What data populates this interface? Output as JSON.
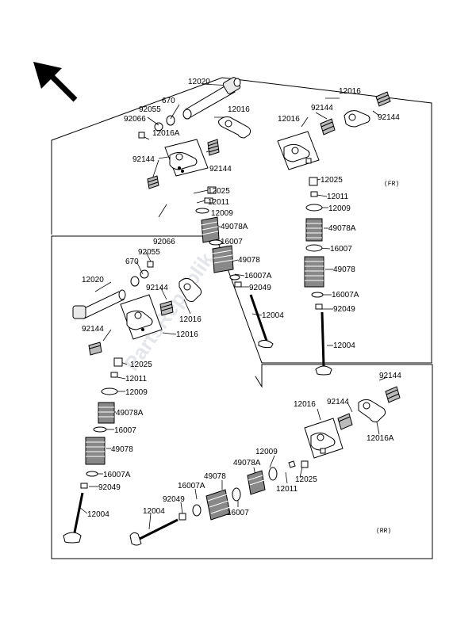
{
  "diagram": {
    "watermark": "PartsRepublik",
    "corner_marks": [
      "(FR)",
      "(RR)"
    ],
    "part_labels": {
      "t1": "12020",
      "t2": "670",
      "t3": "92055",
      "t4": "92066",
      "t5": "12016A",
      "t6": "12016",
      "t7": "92144",
      "t8": "92144",
      "t9": "92144",
      "t10": "12016",
      "t11": "12016",
      "t12": "92144",
      "t13": "92144",
      "t14": "12025",
      "t15": "12011",
      "t16": "12009",
      "t17": "49078A",
      "t18": "16007",
      "t19": "49078",
      "t20": "16007A",
      "t21": "92049",
      "t22": "12004",
      "t23": "12025",
      "t24": "12011",
      "t25": "12009",
      "t26": "49078A",
      "t27": "16007",
      "t28": "49078",
      "t29": "16007A",
      "t30": "92049",
      "t31": "12004",
      "t32": "92066",
      "t33": "92055",
      "t34": "670",
      "t35": "12020",
      "t36": "92144",
      "t37": "12016",
      "t38": "92144",
      "t39": "12016",
      "t40": "12025",
      "t41": "12011",
      "t42": "12009",
      "t43": "49078A",
      "t44": "16007",
      "t45": "49078",
      "t46": "16007A",
      "t47": "92049",
      "t48": "12004",
      "t49": "92144",
      "t50": "12016",
      "t51": "92144",
      "t52": "12016A",
      "t53": "12009",
      "t54": "49078A",
      "t55": "49078",
      "t56": "16007A",
      "t57": "92049",
      "t58": "12004",
      "t59": "16007",
      "t60": "12011",
      "t61": "12025"
    }
  }
}
